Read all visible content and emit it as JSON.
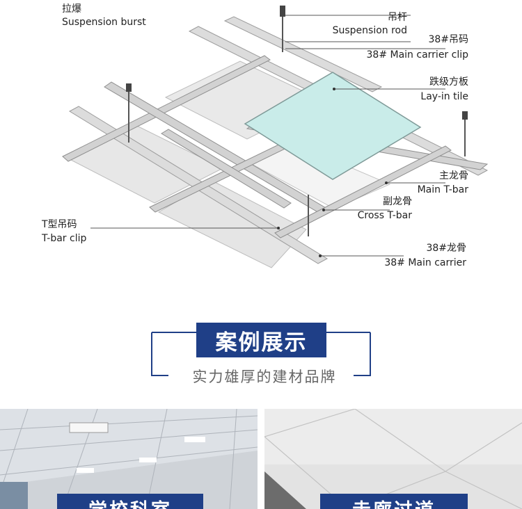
{
  "labels": {
    "suspension_burst": {
      "cn": "拉爆",
      "en": "Suspension burst"
    },
    "suspension_rod": {
      "cn": "吊杆",
      "en": "Suspension rod"
    },
    "main_carrier_clip": {
      "cn": "38#吊码",
      "en": "38# Main carrier clip"
    },
    "lay_in_tile": {
      "cn": "跌级方板",
      "en": "Lay-in tile"
    },
    "main_tbar": {
      "cn": "主龙骨",
      "en": "Main T-bar"
    },
    "cross_tbar": {
      "cn": "副龙骨",
      "en": "Cross T-bar"
    },
    "tbar_clip": {
      "cn": "T型吊码",
      "en": "T-bar clip"
    },
    "main_carrier": {
      "cn": "38#龙骨",
      "en": "38# Main carrier"
    }
  },
  "section": {
    "title": "案例展示",
    "subtitle": "实力雄厚的建材品牌"
  },
  "cases": [
    {
      "caption": "学校科室"
    },
    {
      "caption": "走廊过道"
    }
  ],
  "colors": {
    "accent": "#1f3f87",
    "tile": "#c9ece9",
    "frame": "#e4e4e4"
  }
}
